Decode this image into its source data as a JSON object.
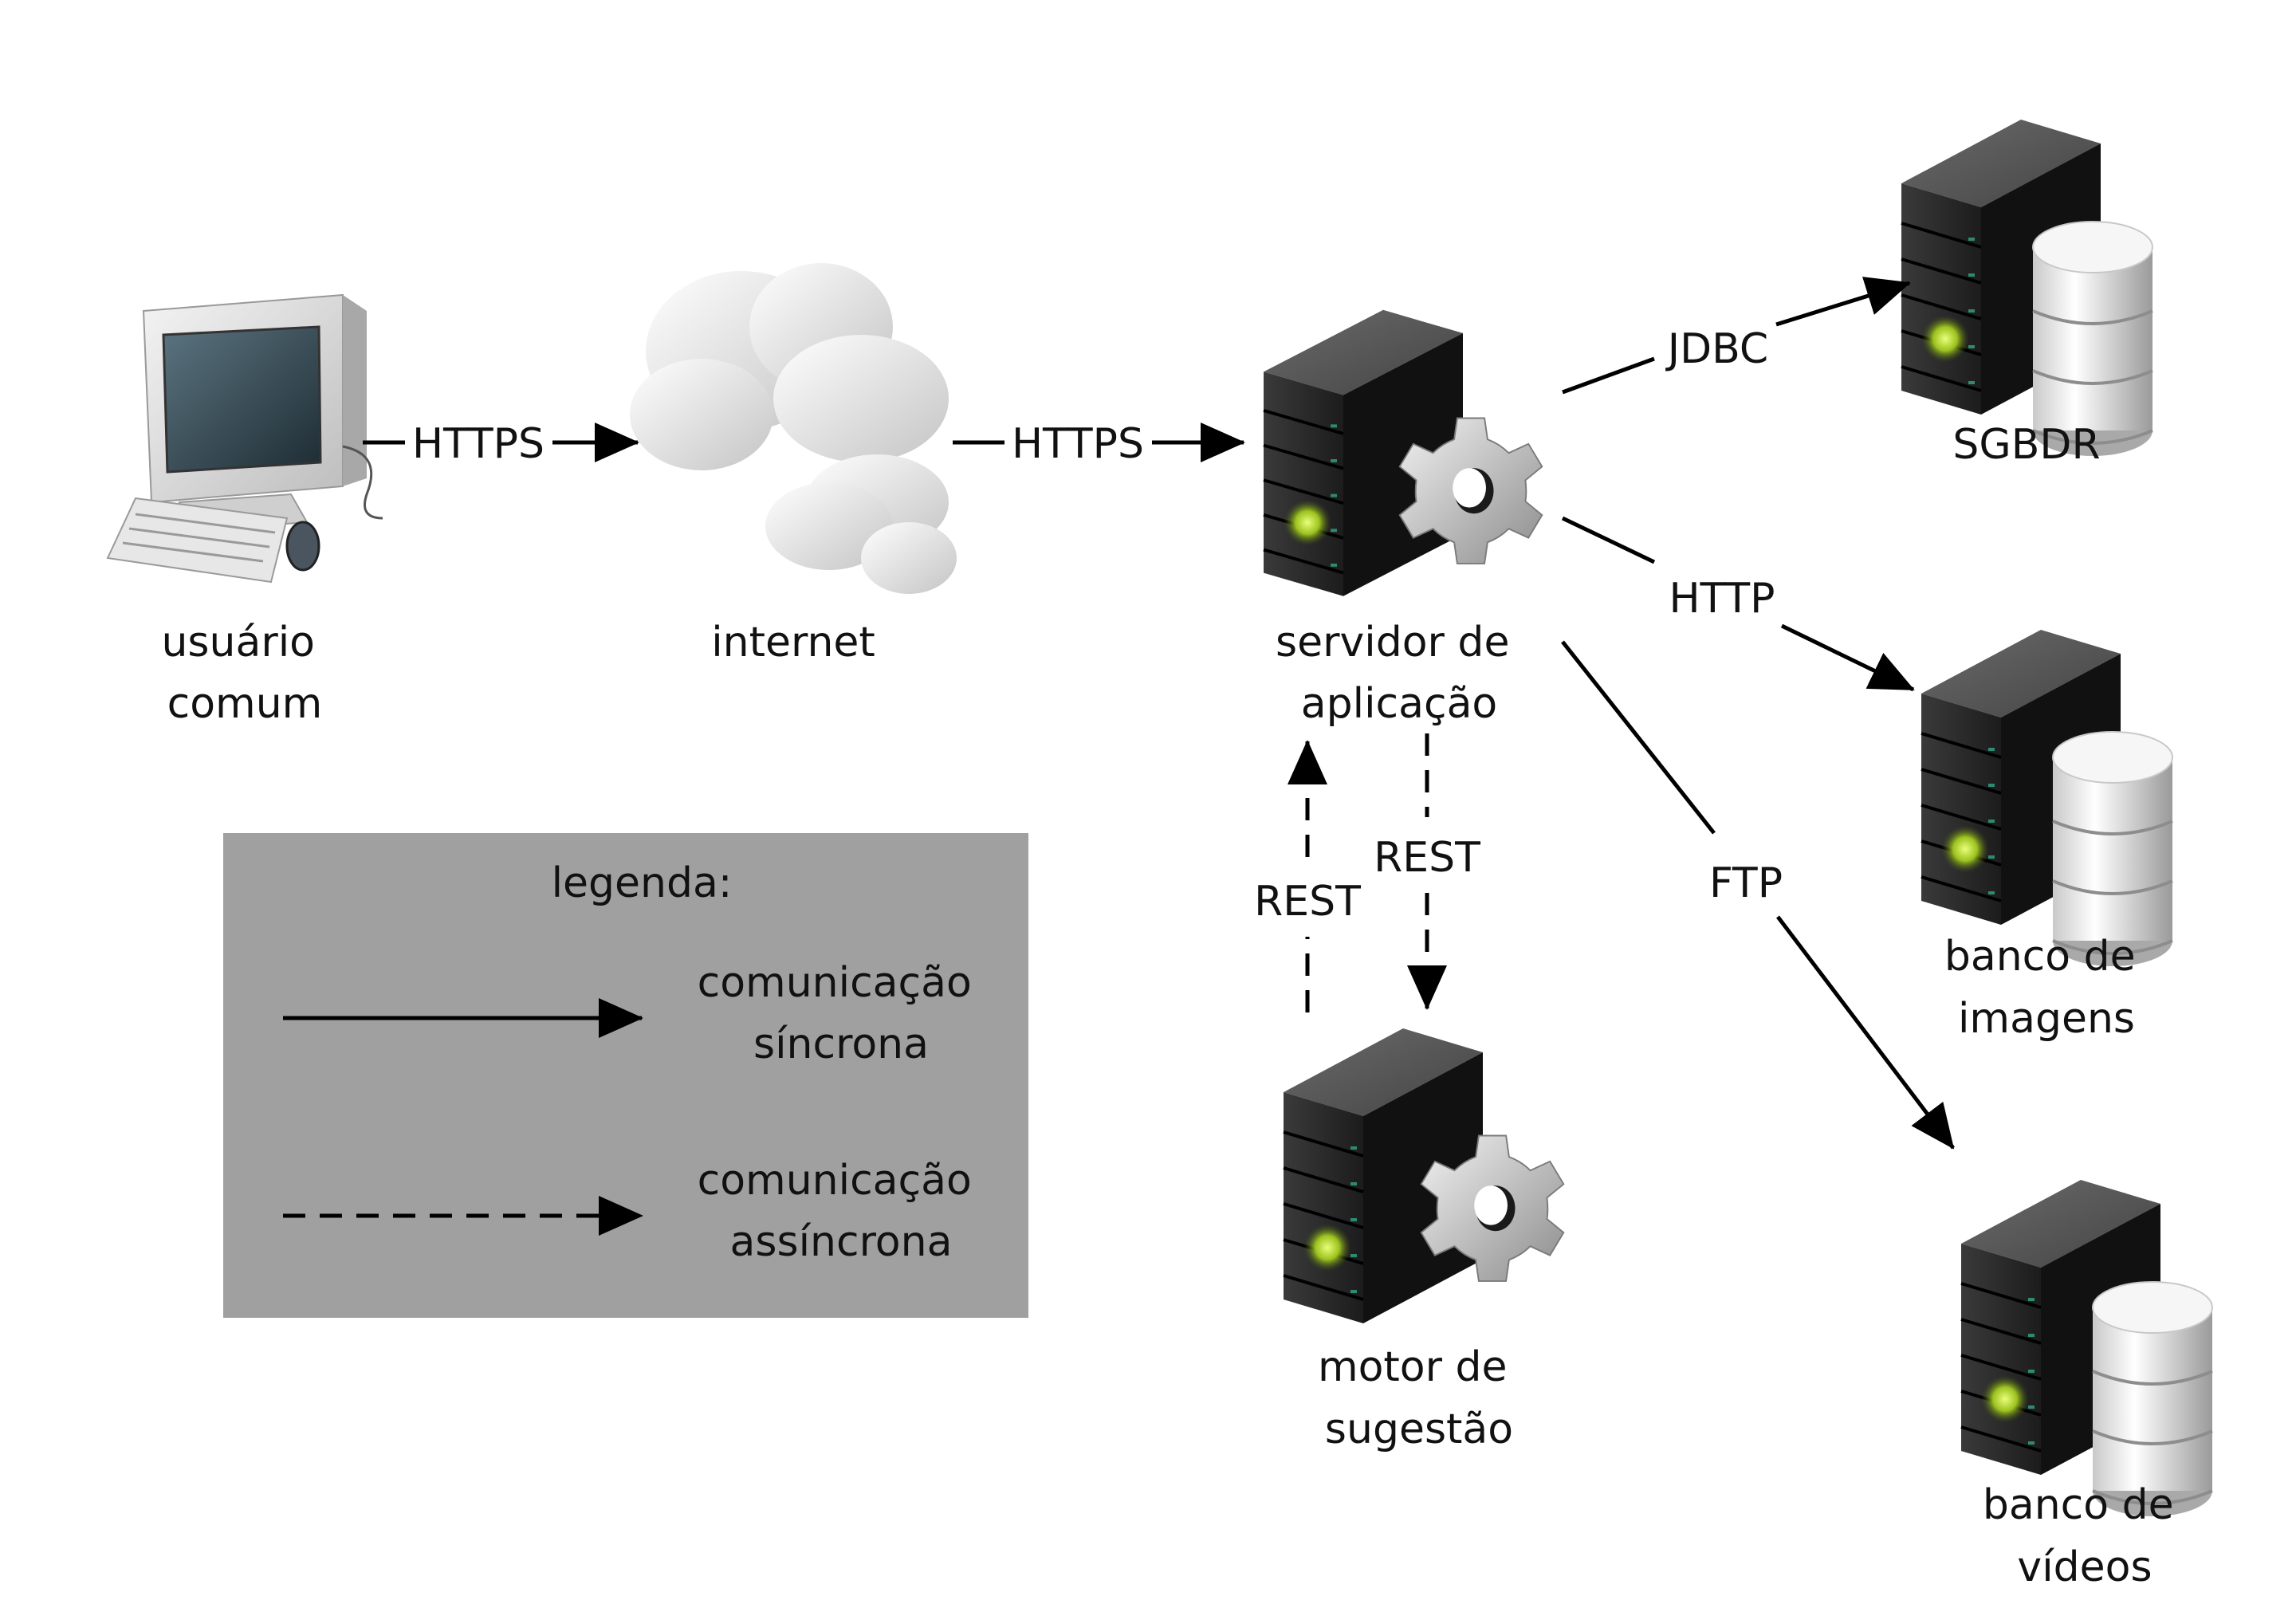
{
  "nodes": {
    "user": [
      "usuário",
      "comum"
    ],
    "internet": [
      "internet"
    ],
    "app_server": [
      "servidor de",
      "aplicação"
    ],
    "suggestion_engine": [
      "motor de",
      "sugestão"
    ],
    "sgbdr": [
      "SGBDR"
    ],
    "image_db": [
      "banco de",
      "imagens"
    ],
    "video_db": [
      "banco de",
      "vídeos"
    ]
  },
  "edges": {
    "user_internet": "HTTPS",
    "internet_app": "HTTPS",
    "app_sgbdr": "JDBC",
    "app_images": "HTTP",
    "app_videos": "FTP",
    "engine_app": "REST",
    "app_engine": "REST"
  },
  "legend": {
    "title": "legenda:",
    "sync": [
      "comunicação",
      "síncrona"
    ],
    "async": [
      "comunicação",
      "assíncrona"
    ]
  },
  "colors": {
    "legend_bg": "#a0a0a0",
    "server_dark": "#2b2b2b",
    "led_green": "#b5d633"
  }
}
